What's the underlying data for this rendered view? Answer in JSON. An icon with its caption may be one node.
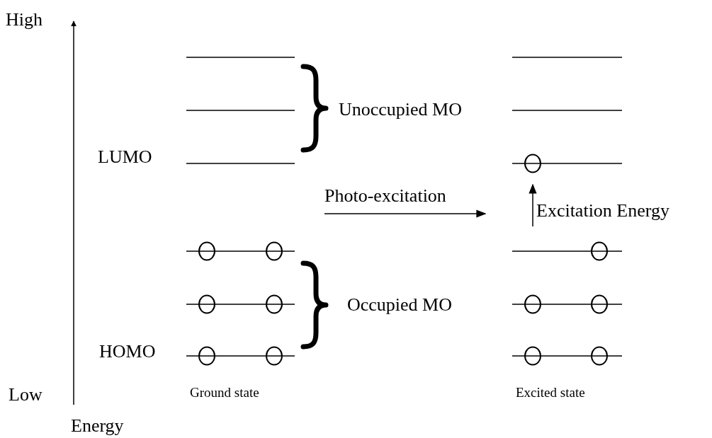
{
  "diagram": {
    "labels": [
      "High",
      "Unoccupied MO",
      "LUMO",
      "Photo-excitation",
      "Excitation Energy",
      "Occupied MO",
      "HOMO",
      "Low",
      "Ground state",
      "Excited state",
      "Energy"
    ]
  }
}
